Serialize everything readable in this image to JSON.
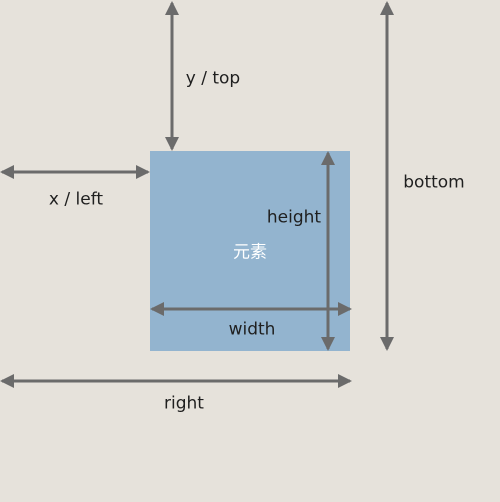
{
  "colors": {
    "background": "#e6e2db",
    "element_fill": "#93b4cf",
    "arrow": "#6b6b6b",
    "text": "#1f1f1f",
    "element_text": "#ffffff"
  },
  "labels": {
    "top": "y / top",
    "left": "x / left",
    "bottom": "bottom",
    "height": "height",
    "element": "元素",
    "width": "width",
    "right": "right"
  }
}
